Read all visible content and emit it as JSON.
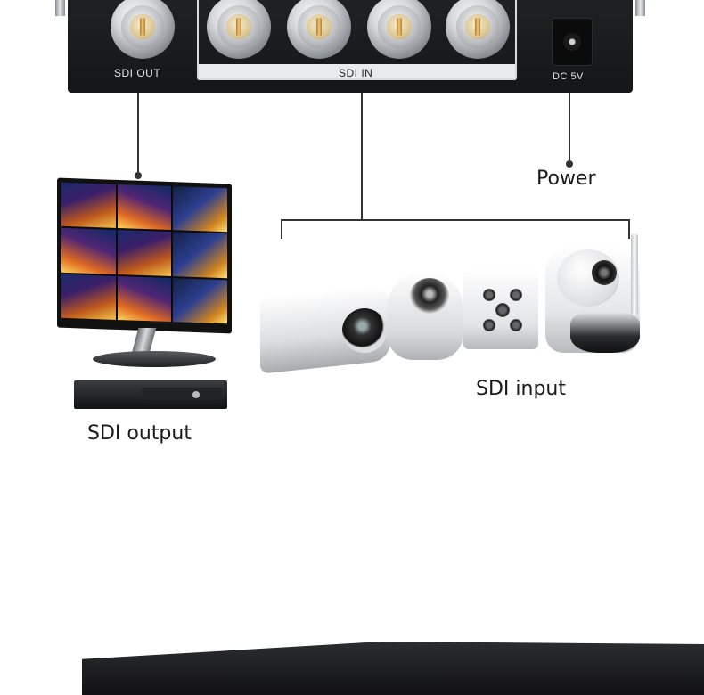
{
  "panel": {
    "ports": {
      "sdi_out_label": "SDI OUT",
      "sdi_in_label": "SDI IN",
      "dc_label": "DC 5V"
    }
  },
  "captions": {
    "power": "Power",
    "sdi_input": "SDI input",
    "sdi_output": "SDI output"
  },
  "colors": {
    "panel": "#1c1d20",
    "line": "#333333",
    "connector_gold": "#d8c48e"
  }
}
